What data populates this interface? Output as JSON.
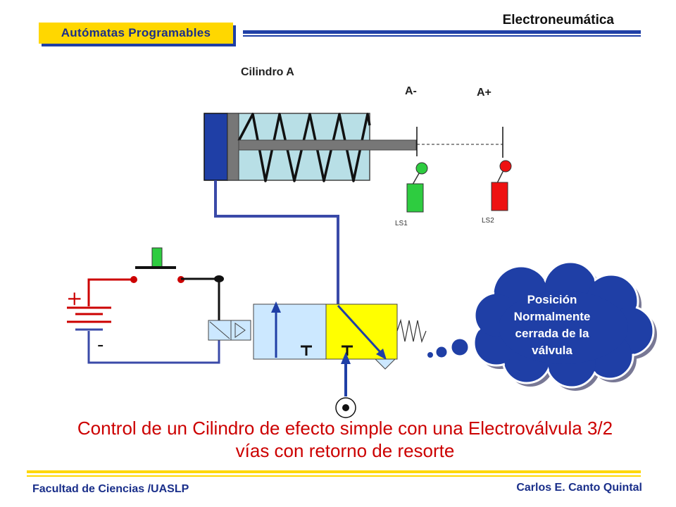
{
  "header": {
    "title": "Electroneumática",
    "badge": "Autómatas Programables"
  },
  "diagram": {
    "cylinder_label": "Cilindro A",
    "positions": {
      "retracted": "A-",
      "extended": "A+"
    },
    "limit_switches": [
      "LS1",
      "LS2"
    ],
    "battery": {
      "positive": "+",
      "negative": "-"
    }
  },
  "callout": {
    "text_lines": [
      "Posición",
      "Normalmente",
      "cerrada de la",
      "válvula"
    ]
  },
  "caption": {
    "line1": "Control de un Cilindro de efecto simple con una Electroválvula 3/2",
    "line2": "vías con retorno de resorte"
  },
  "footer": {
    "left": "Facultad de Ciencias /UASLP",
    "right": "Carlos E. Canto Quintal"
  },
  "colors": {
    "blue": "#1f3fa6",
    "gold": "#ffd700",
    "red_text": "#cc0000",
    "valve_yellow": "#ffff00",
    "valve_blue": "#cce8ff",
    "switch_green": "#2ecc40",
    "switch_red": "#ee1111"
  }
}
